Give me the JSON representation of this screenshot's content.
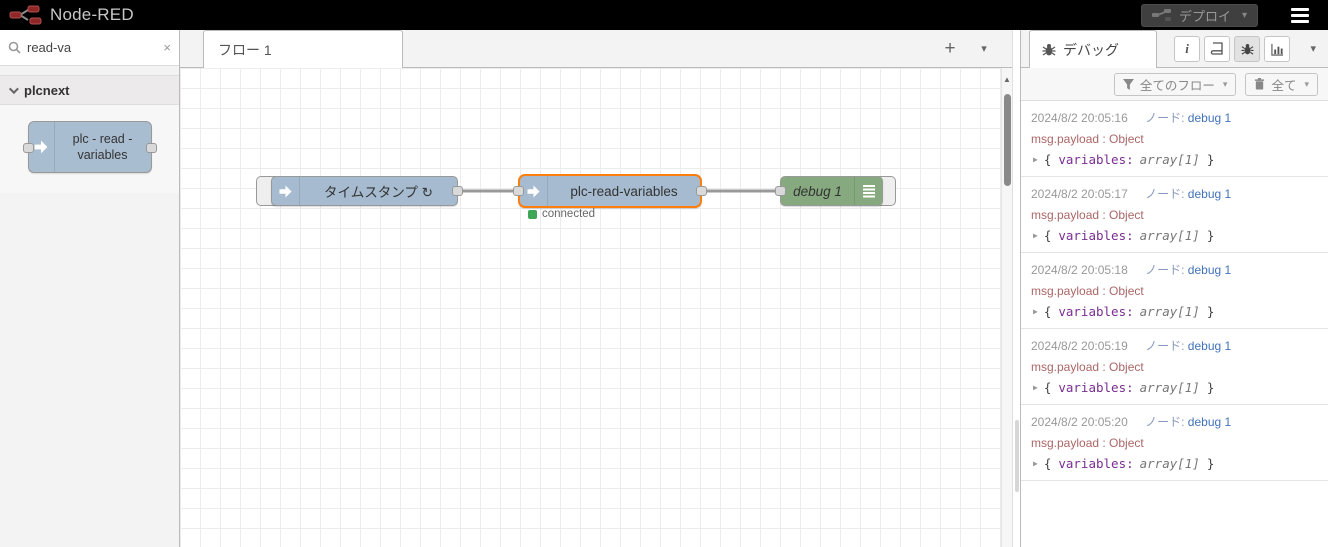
{
  "header": {
    "title": "Node-RED",
    "deploy_label": "デプロイ",
    "deploy_caret": "▾"
  },
  "palette": {
    "search_value": "read-va",
    "clear_glyph": "×",
    "category": "plcnext",
    "node_label_line1": "plc - read -",
    "node_label_line2": "variables"
  },
  "workspace": {
    "tab_label": "フロー 1",
    "add_glyph": "+",
    "tab_caret": "▾",
    "scroll_up_glyph": "▲",
    "inject_label": "タイムスタンプ ↻",
    "plc_label": "plc-read-variables",
    "plc_status": "connected",
    "debug_label": "debug 1"
  },
  "sidebar": {
    "tab_label": "デバッグ",
    "info_glyph": "i",
    "tabs_caret": "▾",
    "filter_label": "全てのフロー",
    "filter_caret": "▾",
    "clear_label": "全て",
    "clear_caret": "▾",
    "node_prefix": "ノード:",
    "node_name": "debug 1",
    "payload_path": "msg.payload : Object",
    "json_caret": "▶",
    "json_open": "{",
    "json_key": "variables:",
    "json_meta": "array[1]",
    "json_close": "}",
    "timestamps": [
      "2024/8/2 20:05:16",
      "2024/8/2 20:05:17",
      "2024/8/2 20:05:18",
      "2024/8/2 20:05:19",
      "2024/8/2 20:05:20"
    ]
  },
  "colors": {
    "node_blue": "#a6bbcf",
    "debug_green": "#87a980",
    "selected_orange": "#ff7f0e",
    "status_green": "#3fa657",
    "link_blue": "#4273b9",
    "key_purple": "#792e90",
    "payload_red": "#aa6666"
  }
}
